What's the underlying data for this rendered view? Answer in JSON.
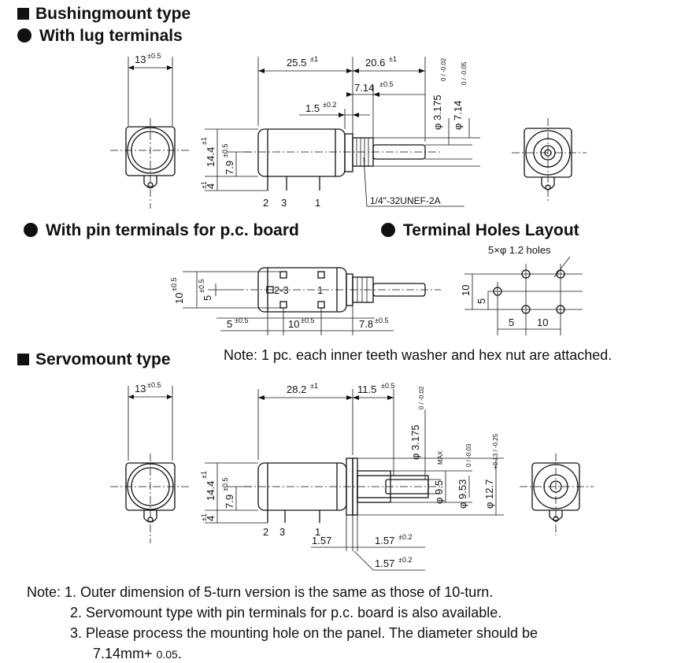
{
  "headings": {
    "bushing": "Bushingmount type",
    "lug": "With lug terminals",
    "pcb": "With pin terminals for p.c. board",
    "holes": "Terminal Holes Layout",
    "servo": "Servomount type"
  },
  "servo_note": "Note: 1 pc. each inner teeth washer and hex nut are attached.",
  "bottom_notes": {
    "prefix": "Note:",
    "n1": "1. Outer dimension of 5-turn version is the same as those of 10-turn.",
    "n2": "2. Servomount type with pin terminals for p.c. board is also available.",
    "n3": "3.  Please process the mounting hole on the panel. The diameter should be",
    "n3b": "7.14mm+",
    "n3c": "0.05",
    "n3d": "."
  },
  "lug_dims": {
    "width": "13",
    "width_tol": "±0.5",
    "body_len": "25.5",
    "body_tol": "±1",
    "shaft_len": "20.6",
    "shaft_tol": "±1",
    "bush_len": "7.14",
    "bush_tol": "±0.5",
    "flange": "1.5",
    "flange_tol": "±0.2",
    "shaft_dia": "φ 3.175",
    "shaft_dia_tol": "0 / -0.02",
    "bush_dia": "φ 7.14",
    "bush_dia_tol": "0 / -0.05",
    "height": "14.4",
    "height_tol": "±1",
    "center": "7.9",
    "center_tol": "±0.5",
    "foot": "4",
    "foot_tol": "±1",
    "thread": "1/4\"-32UNEF-2A",
    "pins": [
      "2",
      "3",
      "1"
    ]
  },
  "pcb_dims": {
    "h10": "10",
    "h10_tol": "±0.5",
    "h5": "5",
    "h5_tol": "±0.5",
    "d5": "5",
    "d5_tol": "±0.5",
    "d10": "10",
    "d10_tol": "±0.5",
    "d78": "7.8",
    "d78_tol": "±0.5",
    "pins": "2-3",
    "pin1": "1"
  },
  "holes_dims": {
    "holes": "5×φ 1.2 holes",
    "v10": "10",
    "v5": "5",
    "h5": "5",
    "h10": "10"
  },
  "servo_dims": {
    "width": "13",
    "width_tol": "±0.5",
    "body_len": "28.2",
    "body_tol": "±1",
    "shaft_len": "11.5",
    "shaft_tol": "±0.5",
    "shaft_dia": "φ 3.175",
    "shaft_dia_tol": "0 / -0.02",
    "d95": "φ 9.5",
    "d95_tol": "MAX",
    "d953": "φ 9.53",
    "d953_tol": "0 / -0.03",
    "d127": "φ 12.7",
    "d127_tol": "+0.13 / -0.25",
    "height": "14.4",
    "height_tol": "±1",
    "center": "7.9",
    "center_tol": "±0.5",
    "foot": "4",
    "foot_tol": "±1",
    "f157a": "1.57",
    "f157b": "1.57",
    "f157b_tol": "±0.2",
    "f157c": "1.57",
    "f157c_tol": "±0.2",
    "pins": [
      "2",
      "3",
      "1"
    ]
  }
}
